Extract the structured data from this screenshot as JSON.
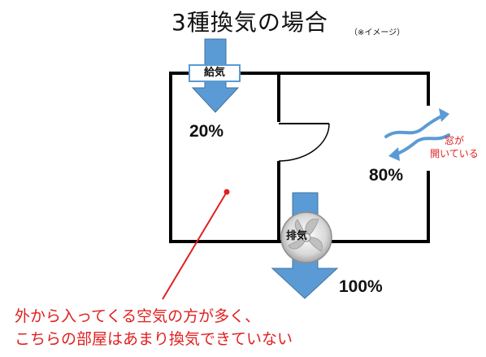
{
  "title": "3種換気の場合",
  "note": "（※イメージ）",
  "intake": {
    "label": "給気",
    "percent": "20%"
  },
  "window": {
    "line1": "窓が",
    "line2": "開いている",
    "percent": "80%"
  },
  "exhaust": {
    "label": "排気",
    "percent": "100%"
  },
  "caption": {
    "line1": "外から入ってくる空気の方が多く、",
    "line2": "こちらの部屋はあまり換気できていない"
  },
  "colors": {
    "arrow": "#5b9bd5",
    "arrow_dark": "#41719c",
    "annotation": "#e02020",
    "walls": "#000000",
    "fan": "#bfbfbf"
  },
  "icons": [
    "down-arrow-icon",
    "wavy-airflow-icon",
    "fan-icon",
    "door-swing-icon"
  ]
}
